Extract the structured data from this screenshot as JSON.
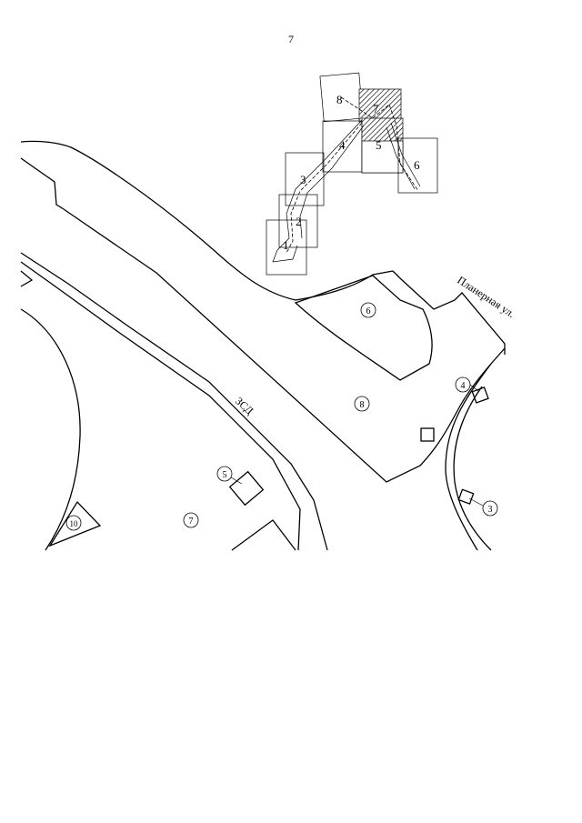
{
  "page": {
    "number": "7"
  },
  "map": {
    "streets": [
      {
        "id": "planernaya",
        "label": "Планерная ул."
      },
      {
        "id": "zsd",
        "label": "ЗСД"
      }
    ],
    "scheme_sections": [
      "1",
      "2",
      "3",
      "4",
      "5",
      "6",
      "7",
      "8"
    ],
    "zone_markers": [
      "3",
      "4",
      "5",
      "6",
      "7",
      "8",
      "10"
    ]
  }
}
